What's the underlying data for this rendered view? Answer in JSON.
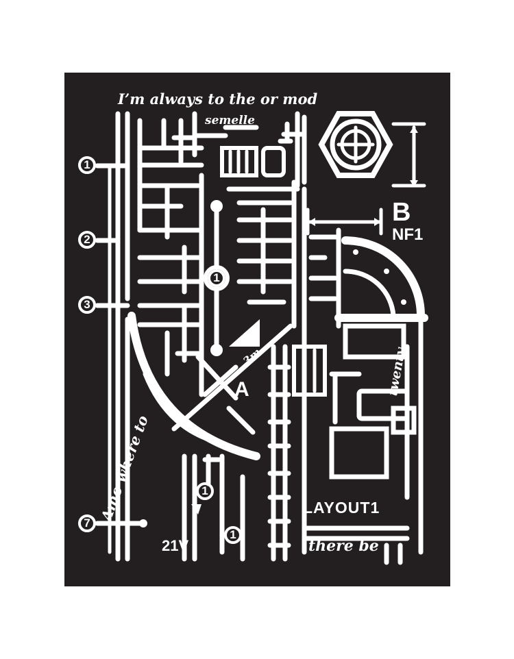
{
  "stencil": {
    "background_color": "#231f20",
    "line_color": "#ffffff",
    "labels": {
      "b": "B",
      "nf1": "NF1",
      "a": "A",
      "layout1": "LAYOUT1",
      "voltage": "21V"
    },
    "badges": [
      "1",
      "2",
      "3",
      "1",
      "1",
      "1",
      "7"
    ],
    "script_texts": {
      "top_line1": "I’m always to the or mod",
      "top_line2": "semelle",
      "bottom_left": "Amo where to",
      "right_vertical": "twenty",
      "diagonal": "3m",
      "bottom_right": "there be"
    }
  }
}
